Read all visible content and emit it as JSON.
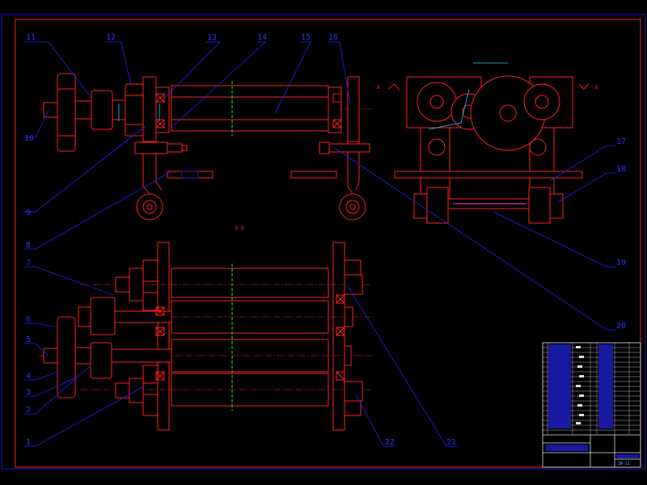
{
  "drawing": {
    "colors": {
      "background": "#000000",
      "frame": "#2020ff",
      "outline": "#ff2020",
      "leader": "#2020ff",
      "centerline_accent": "#20c020",
      "hatch": "#ff40ff"
    },
    "part_numbers": [
      "1",
      "2",
      "3",
      "4",
      "5",
      "6",
      "7",
      "8",
      "9",
      "10",
      "11",
      "12",
      "13",
      "14",
      "15",
      "16",
      "17",
      "18",
      "19",
      "20",
      "21",
      "22"
    ],
    "view_label": "B-B",
    "section_marks": [
      "B",
      "B"
    ],
    "title_block": {
      "drawing_number": "ZW-11"
    }
  }
}
